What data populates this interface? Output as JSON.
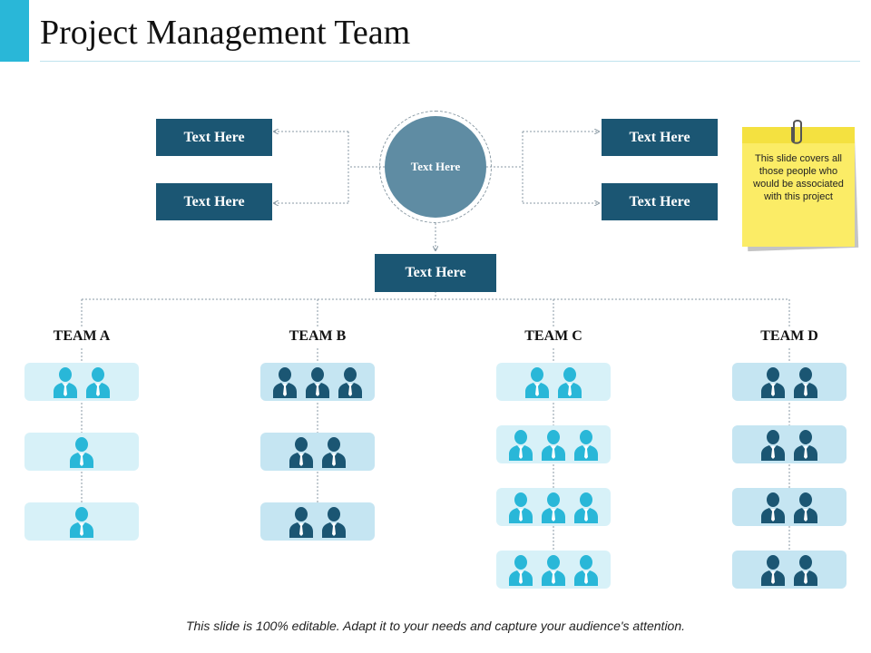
{
  "slide": {
    "title": "Project Management Team",
    "footer": "This slide is 100% editable. Adapt it to your needs and capture your audience's attention."
  },
  "hub": {
    "label": "Text Here"
  },
  "boxes": {
    "left_top": "Text Here",
    "left_bottom": "Text Here",
    "right_top": "Text Here",
    "right_bottom": "Text Here",
    "center": "Text Here"
  },
  "note": {
    "text": "This slide covers all those people who would be associated with this project"
  },
  "teams": [
    {
      "label": "TEAM A",
      "rows": [
        2,
        1,
        1
      ],
      "icon_color": "#29b7d8"
    },
    {
      "label": "TEAM B",
      "rows": [
        3,
        2,
        2
      ],
      "icon_color": "#1b5673"
    },
    {
      "label": "TEAM C",
      "rows": [
        2,
        3,
        3,
        3
      ],
      "icon_color": "#29b7d8"
    },
    {
      "label": "TEAM D",
      "rows": [
        2,
        2,
        2,
        2
      ],
      "icon_color": "#1b5673"
    }
  ],
  "colors": {
    "accent": "#29b7d8",
    "box_fill": "#1b5673",
    "hub_fill": "#5f8ca3",
    "row_light": "#d7f1f8",
    "row_mid": "#c5e5f2",
    "note": "#fbec66"
  },
  "icons": {
    "person": "person-icon",
    "paperclip": "paperclip-icon"
  }
}
